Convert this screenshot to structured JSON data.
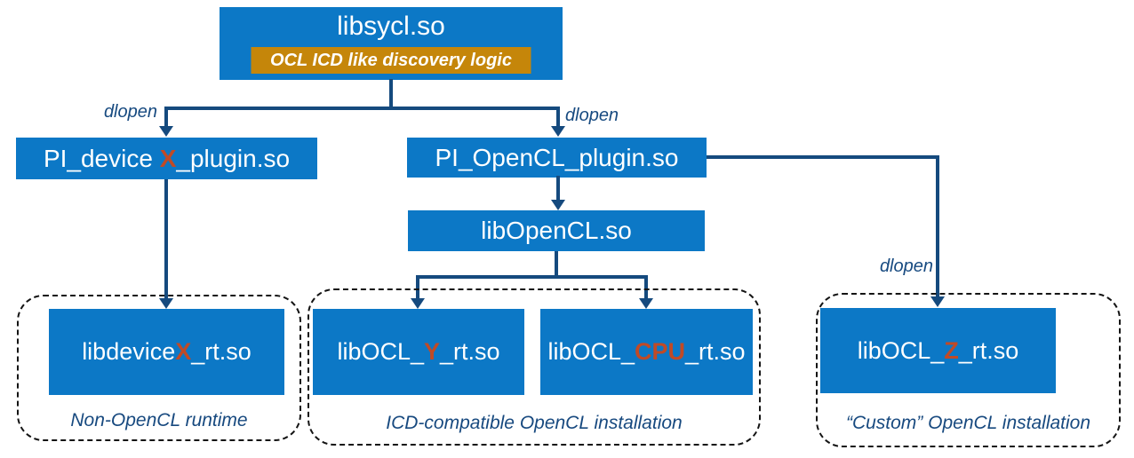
{
  "diagram": {
    "title_box": {
      "label": "libsycl.so",
      "badge": "OCL ICD like discovery logic"
    },
    "edge_labels": {
      "left_dlopen": "dlopen",
      "right_dlopen": "dlopen",
      "far_right_dlopen": "dlopen"
    },
    "boxes": {
      "pi_device": {
        "parts": [
          "PI_device ",
          "X",
          "_plugin.so"
        ]
      },
      "pi_opencl": {
        "label": "PI_OpenCL_plugin.so"
      },
      "libopencl": {
        "label": "libOpenCL.so"
      },
      "libdevice_rt": {
        "parts": [
          "libdevice",
          "X",
          "_rt.so"
        ]
      },
      "libocl_y_rt": {
        "parts": [
          "libOCL_",
          "Y",
          "_rt.so"
        ]
      },
      "libocl_cpu_rt": {
        "parts": [
          "libOCL_",
          "CPU",
          "_rt.so"
        ]
      },
      "libocl_z_rt": {
        "parts": [
          "libOCL_",
          "Z",
          "_rt.so"
        ]
      }
    },
    "groups": {
      "non_opencl": {
        "caption": "Non-OpenCL runtime"
      },
      "icd_compatible": {
        "caption": "ICD-compatible OpenCL installation"
      },
      "custom": {
        "caption": "“Custom” OpenCL installation"
      }
    },
    "colors": {
      "box_blue": "#0c78c6",
      "badge_gold": "#c5860a",
      "accent_red": "#c04a26",
      "line_navy": "#154a7e",
      "caption_navy": "#17497f"
    }
  }
}
